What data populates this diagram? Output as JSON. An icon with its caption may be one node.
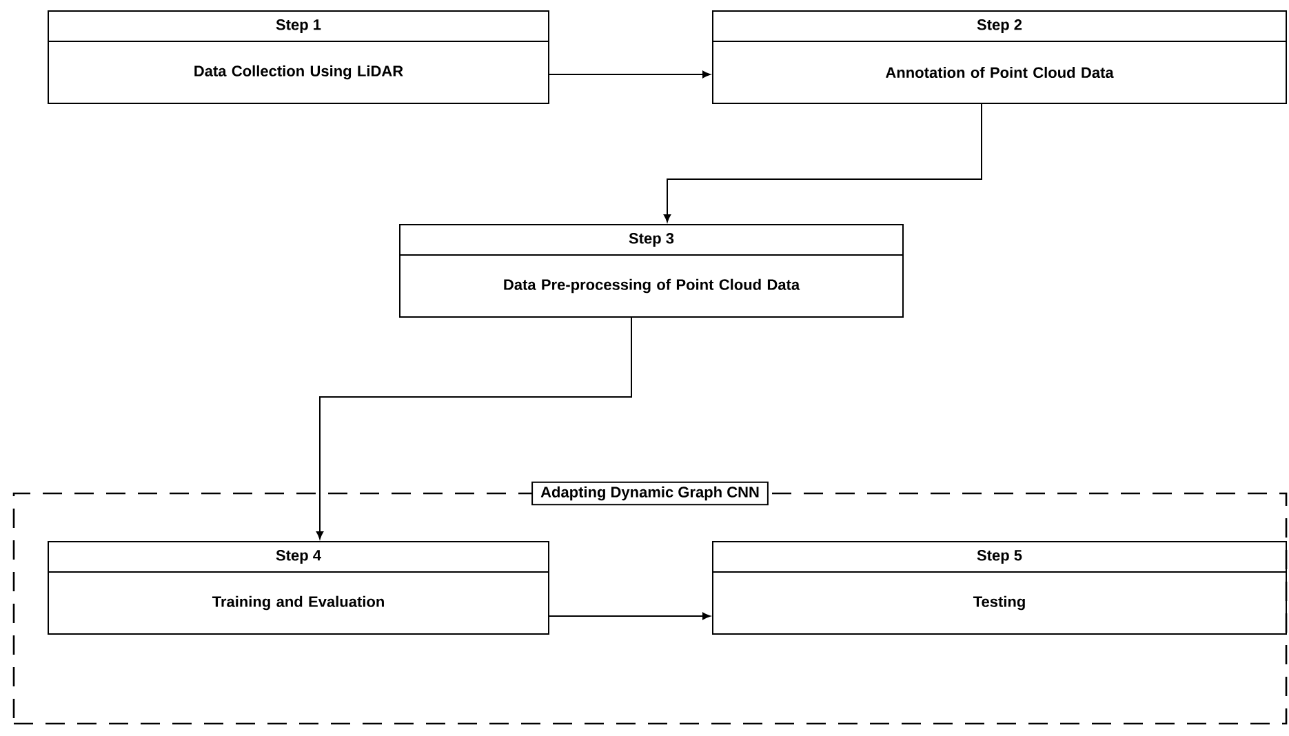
{
  "diagram": {
    "nodes": [
      {
        "text": [
          "Step 1",
          "Data Collection Using LiDAR"
        ]
      },
      {
        "text": [
          "Step 2",
          "Annotation of Point Cloud Data"
        ]
      },
      {
        "text": [
          "Step 3",
          "Data Pre-processing of Point Cloud Data"
        ]
      },
      {
        "text": [
          "Adapting Dynamic Graph CNN"
        ]
      },
      {
        "text": [
          "Step 4",
          "Training and Evaluation"
        ],
        "in": 3
      },
      {
        "text": [
          "Step 5",
          "Testing"
        ],
        "in": 3
      }
    ],
    "edges": [
      {
        "from": 0,
        "to": 1,
        "arrow": "to"
      },
      {
        "from": 1,
        "to": 2,
        "arrow": "to"
      },
      {
        "from": 2,
        "to": 4,
        "arrow": "to"
      },
      {
        "from": 4,
        "to": 5,
        "arrow": "to"
      }
    ]
  }
}
